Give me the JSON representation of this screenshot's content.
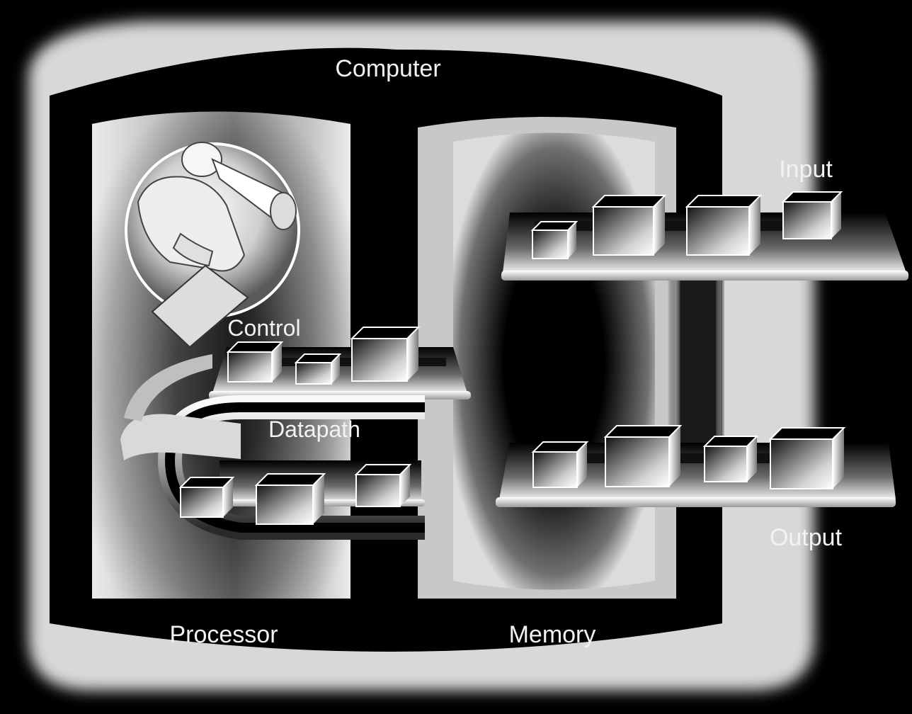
{
  "labels": {
    "computer": "Computer",
    "input": "Input",
    "control": "Control",
    "datapath": "Datapath",
    "output": "Output",
    "processor": "Processor",
    "memory": "Memory"
  },
  "colors": {
    "background": "#000000",
    "glow": "#ffffff",
    "text": "#f2f2f2"
  }
}
